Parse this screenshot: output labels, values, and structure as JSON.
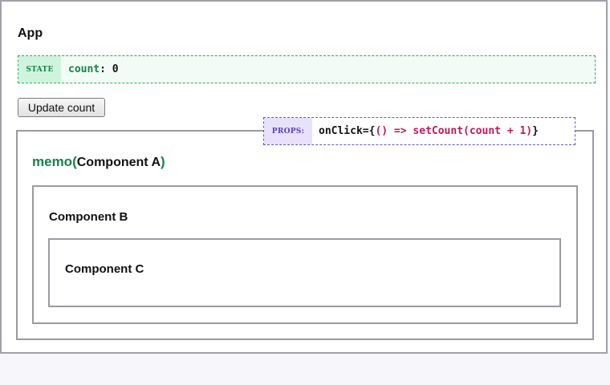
{
  "app": {
    "title": "App"
  },
  "state": {
    "tag": "STATE",
    "key": "count",
    "colon": ": ",
    "value": "0"
  },
  "update_button": {
    "label": "Update count"
  },
  "props": {
    "tag": "PROPS:",
    "key": "onClick",
    "open": "={",
    "fn": "() => setCount(count + 1)",
    "close": "}"
  },
  "component_a": {
    "memo": "memo",
    "paren_open": "(",
    "name": "Component A",
    "paren_close": ")"
  },
  "component_b": {
    "label": "Component B"
  },
  "component_c": {
    "label": "Component C"
  },
  "colors": {
    "state_accent": "#14834a",
    "state_tag_bg": "#cff4dd",
    "props_accent": "#5a3fc0",
    "props_tag_bg": "#e7e1fb",
    "code_fn": "#c2185b",
    "box_border": "#9a9aa2"
  }
}
